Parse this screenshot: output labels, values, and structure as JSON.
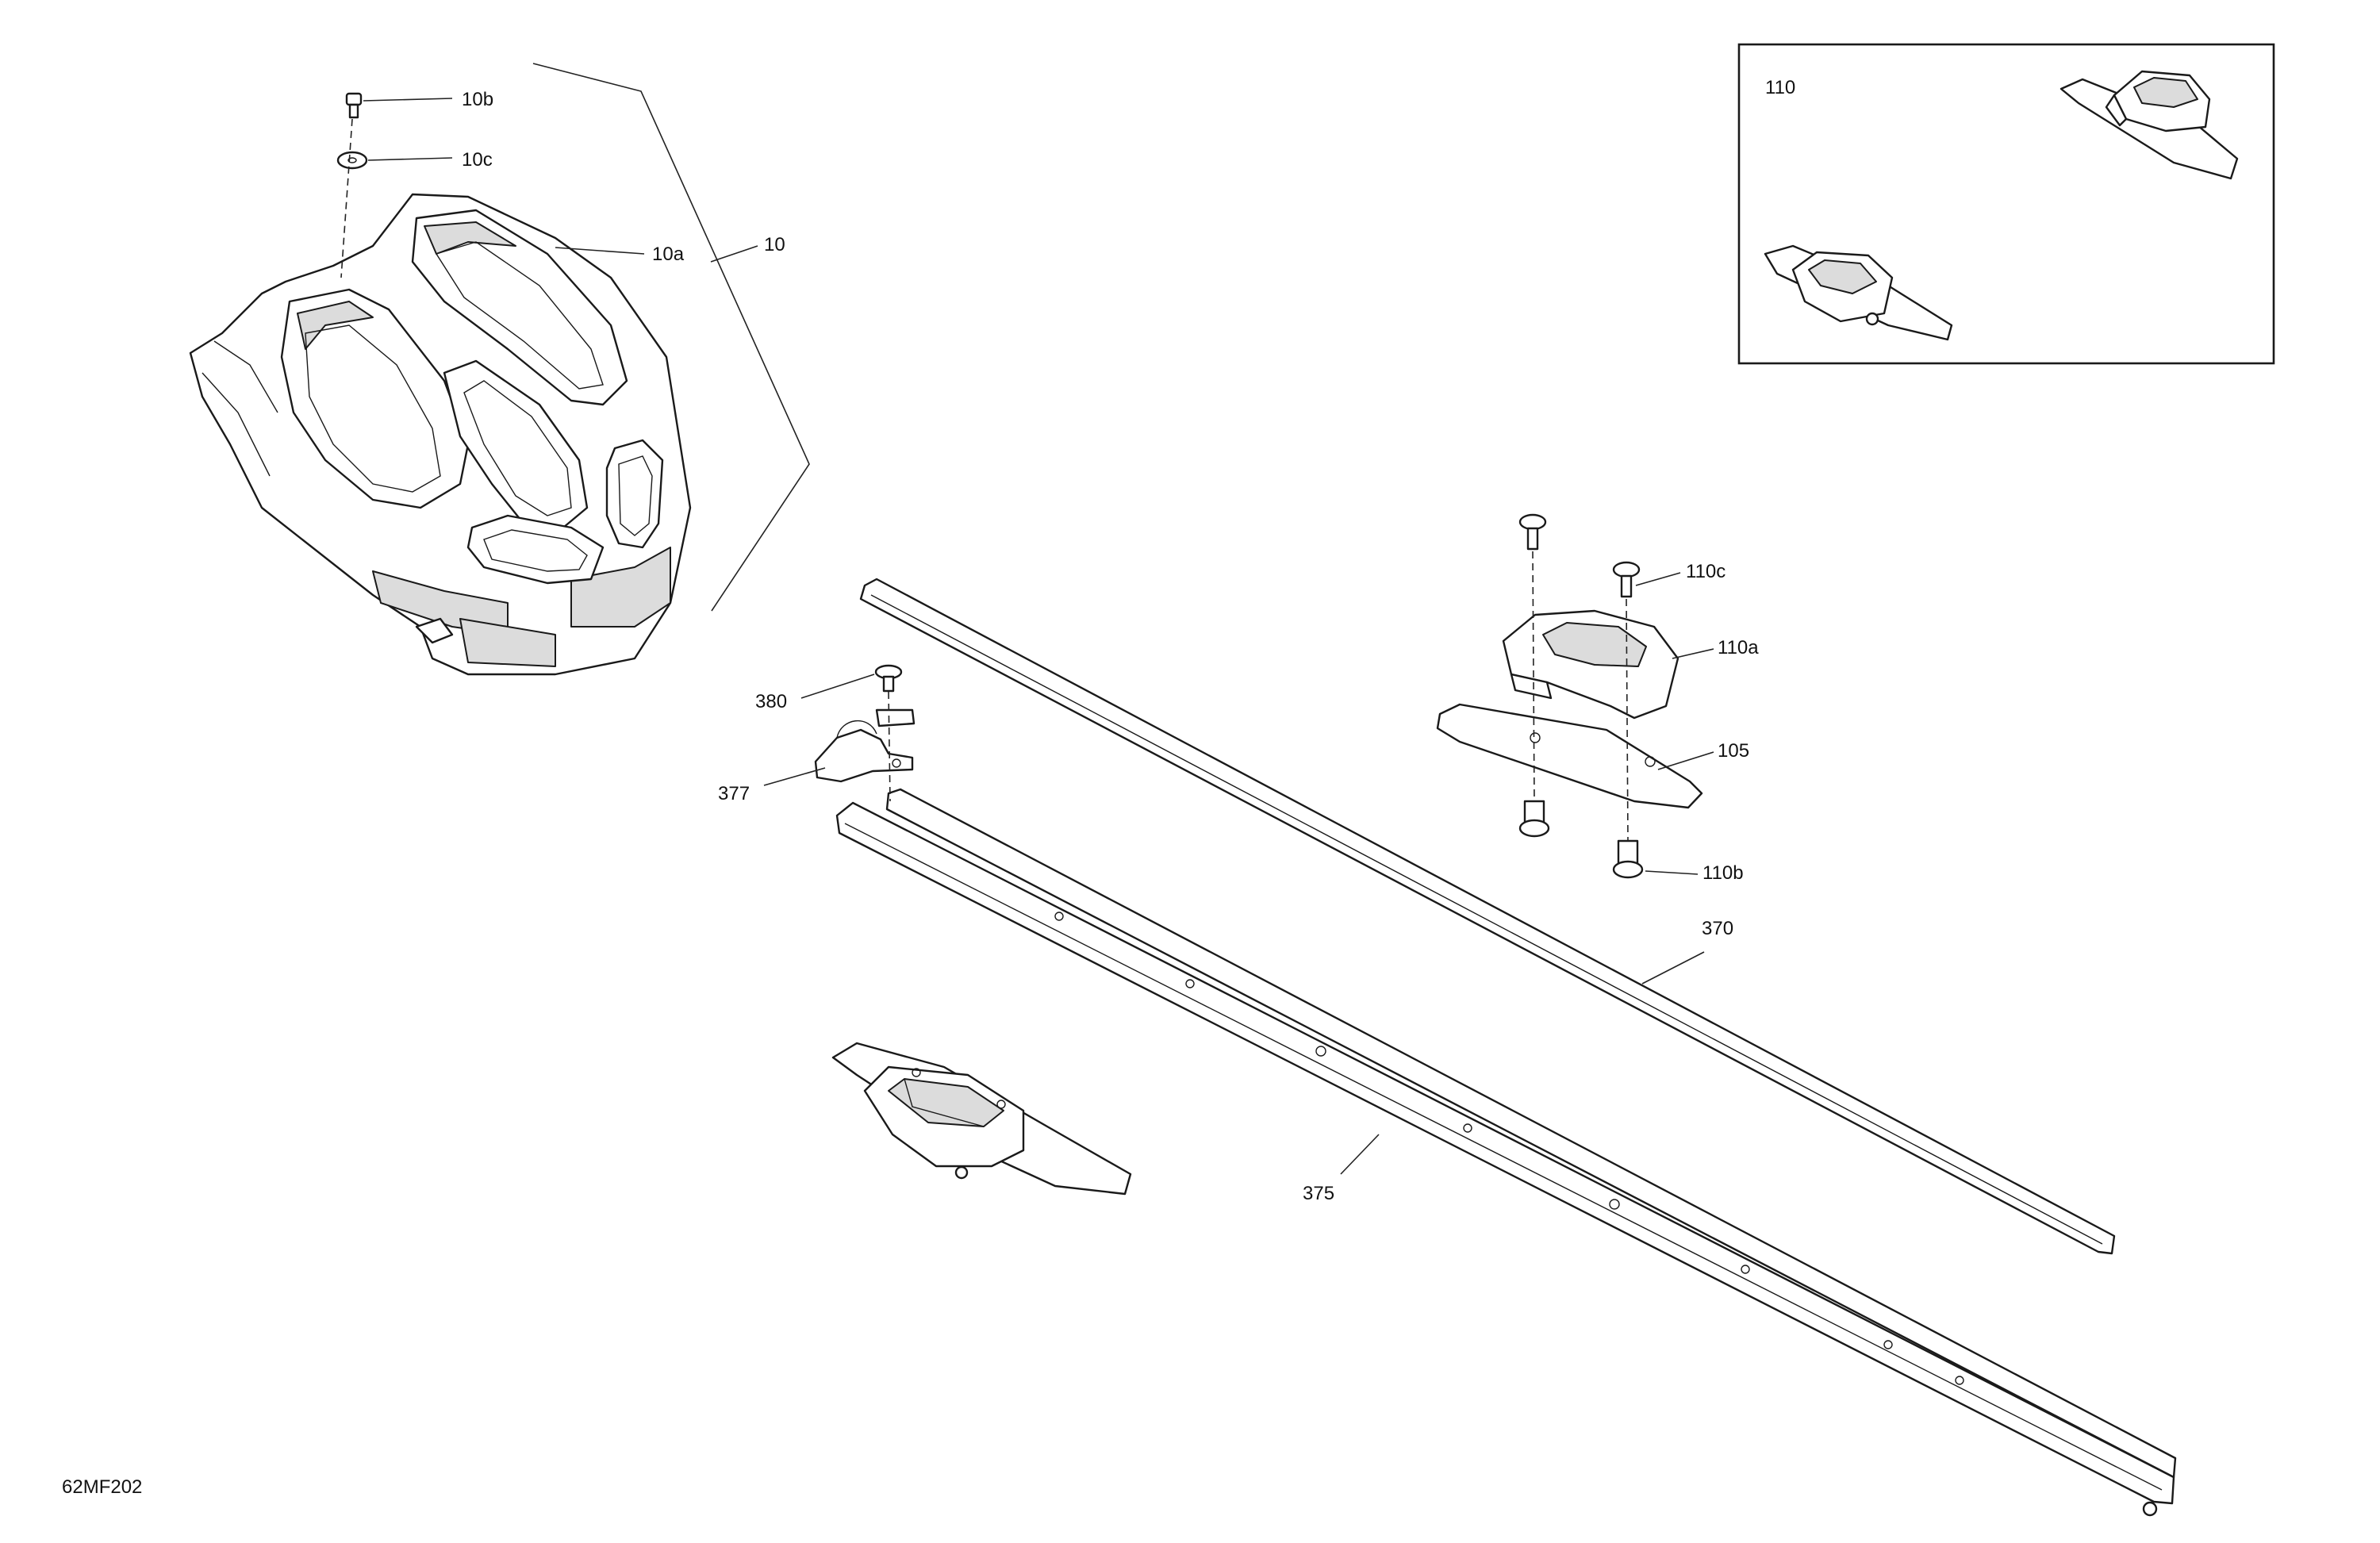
{
  "diagram_code": "62MF202",
  "callouts": {
    "c10b": "10b",
    "c10c": "10c",
    "c10a": "10a",
    "c10": "10",
    "c110_inset": "110",
    "c110c": "110c",
    "c110a": "110a",
    "c105": "105",
    "c110b": "110b",
    "c370": "370",
    "c380": "380",
    "c377": "377",
    "c375": "375"
  },
  "colors": {
    "line": "#1a1a1a",
    "shade": "#dcdcdc",
    "background": "#ffffff"
  }
}
